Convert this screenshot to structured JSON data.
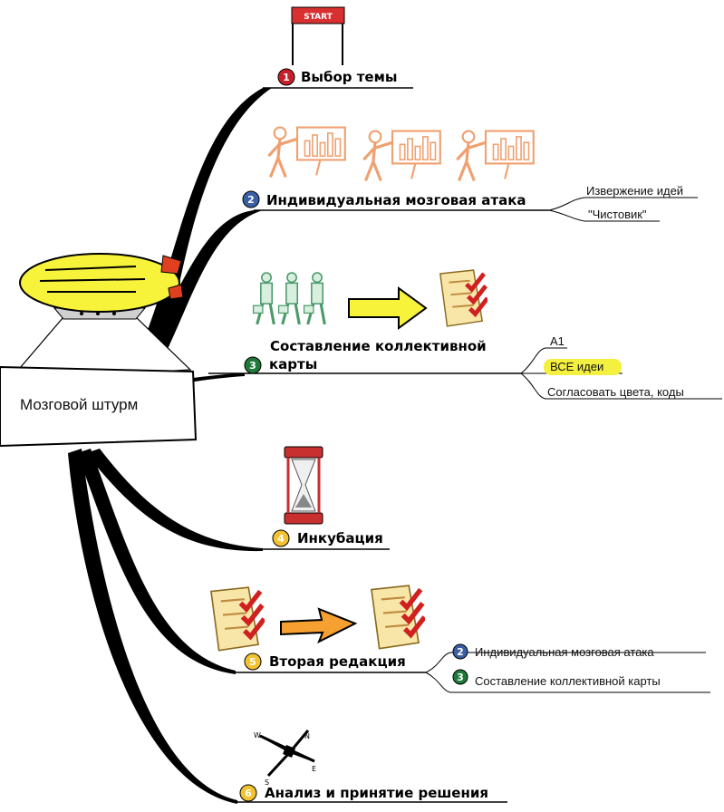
{
  "central_topic": "Мозговой штурм",
  "colors": {
    "red": "#c8202a",
    "blue": "#3a5fa5",
    "green": "#1f7a3a",
    "yellow": "#f2c230",
    "highlight": "#f4f040",
    "orange_figures": "#f0a070",
    "green_figures": "#4a9a6a"
  },
  "branches": [
    {
      "number": "1",
      "label": "Выбор темы",
      "badge_color": "red",
      "image_icon": "start-flag-icon",
      "start_text": "START"
    },
    {
      "number": "2",
      "label": "Индивидуальная мозговая атака",
      "badge_color": "blue",
      "image_icon": "presenter-at-board-icon",
      "subtopics": [
        "Извержение идей",
        "\"Чистовик\""
      ]
    },
    {
      "number": "3",
      "label_line1": "Составление коллективной",
      "label_line2": "карты",
      "badge_color": "green",
      "image_icon": "group-to-checklist-icon",
      "subtopics": [
        "А1",
        "ВСЕ идеи",
        "Согласовать цвета, коды"
      ]
    },
    {
      "number": "4",
      "label": "Инкубация",
      "badge_color": "yellow",
      "image_icon": "hourglass-icon"
    },
    {
      "number": "5",
      "label": "Вторая редакция",
      "badge_color": "yellow",
      "image_icon": "checklist-to-checklist-icon",
      "subtopics": [
        {
          "number": "2",
          "badge_color": "blue",
          "label": "Индивидуальная мозговая атака"
        },
        {
          "number": "3",
          "badge_color": "green",
          "label": "Составление коллективной карты"
        }
      ]
    },
    {
      "number": "6",
      "label": "Анализ и принятие решения",
      "badge_color": "yellow",
      "image_icon": "compass-icon",
      "compass_letters": [
        "N",
        "E",
        "S",
        "W"
      ]
    }
  ]
}
